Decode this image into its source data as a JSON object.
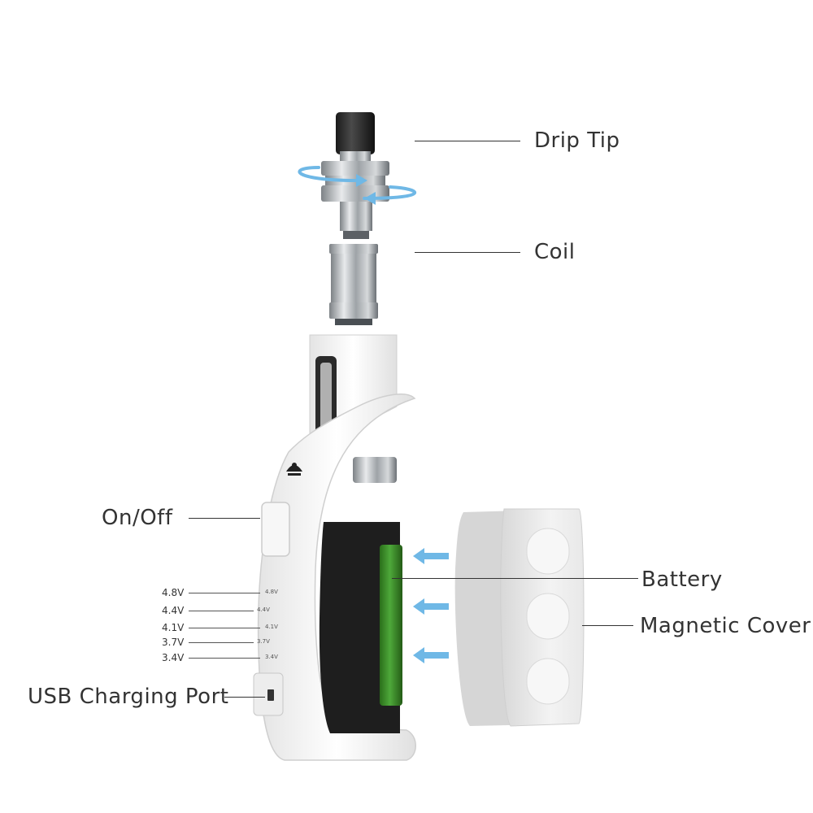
{
  "labels": {
    "drip_tip": "Drip Tip",
    "coil": "Coil",
    "on_off": "On/Off",
    "battery": "Battery",
    "magnetic_cover": "Magnetic Cover",
    "usb_port": "USB Charging Port"
  },
  "voltage_levels": [
    "4.8V",
    "4.4V",
    "4.1V",
    "3.7V",
    "3.4V"
  ],
  "device_voltage_marks": [
    "4.8V",
    "4.4V",
    "4.1V",
    "3.7V",
    "3.4V"
  ],
  "colors": {
    "body": "#f4f4f4",
    "battery": "#3f8f2a",
    "arrows": "#6fb8e6",
    "window": "#1e1e1e",
    "metal": "#b9bcbf"
  }
}
